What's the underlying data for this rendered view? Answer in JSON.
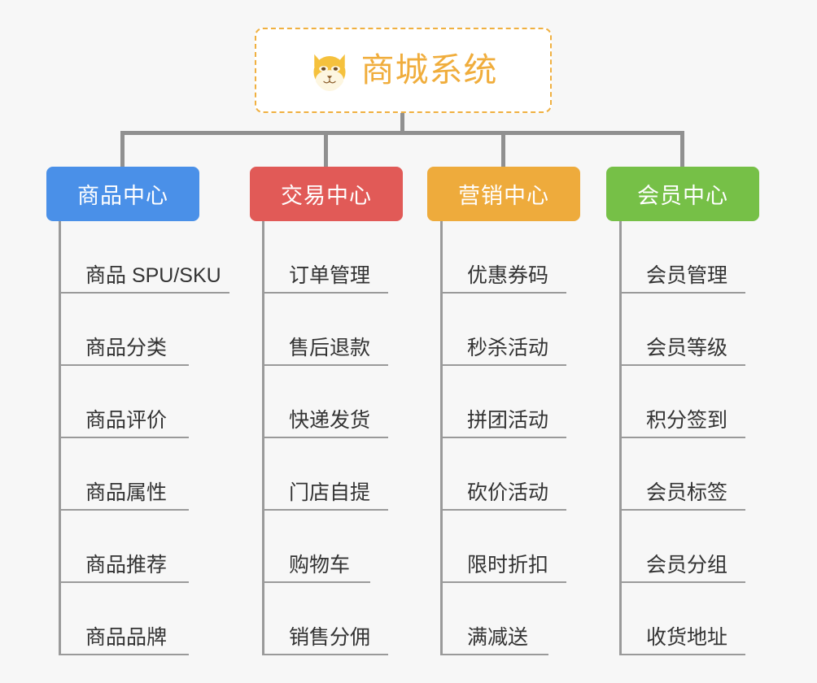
{
  "root": {
    "title": "商城系统",
    "icon": "dog-face-icon",
    "border_color": "#f0b040",
    "text_color": "#f0ad3c",
    "background": "#ffffff"
  },
  "canvas": {
    "background": "#f7f7f7",
    "connector_color": "#909090"
  },
  "branches": [
    {
      "label": "商品中心",
      "color": "#4a90e8",
      "items": [
        "商品 SPU/SKU",
        "商品分类",
        "商品评价",
        "商品属性",
        "商品推荐",
        "商品品牌"
      ]
    },
    {
      "label": "交易中心",
      "color": "#e15a57",
      "items": [
        "订单管理",
        "售后退款",
        "快递发货",
        "门店自提",
        "购物车",
        "销售分佣"
      ]
    },
    {
      "label": "营销中心",
      "color": "#eeab3c",
      "items": [
        "优惠券码",
        "秒杀活动",
        "拼团活动",
        "砍价活动",
        "限时折扣",
        "满减送"
      ]
    },
    {
      "label": "会员中心",
      "color": "#76c047",
      "items": [
        "会员管理",
        "会员等级",
        "积分签到",
        "会员标签",
        "会员分组",
        "收货地址"
      ]
    }
  ]
}
